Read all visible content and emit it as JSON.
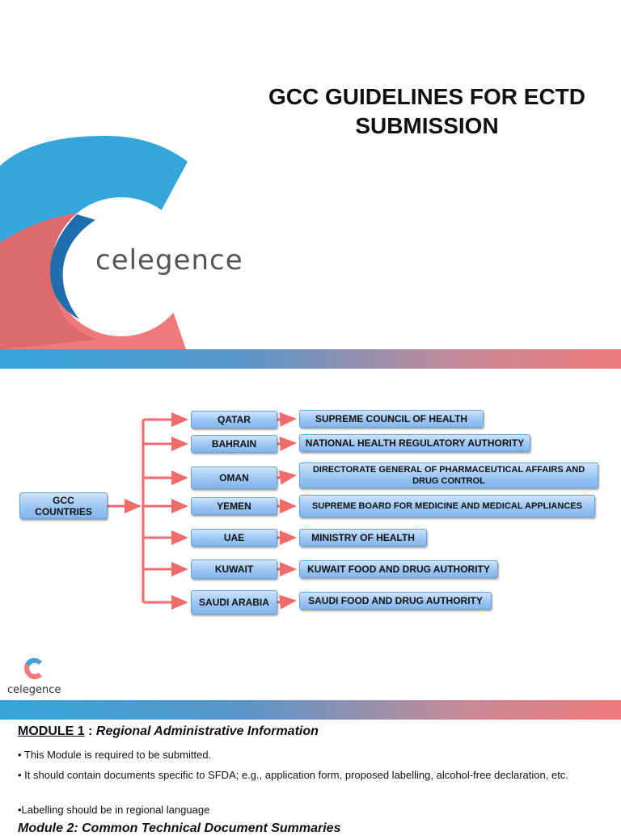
{
  "slide1": {
    "title_line1": "GCC GUIDELINES FOR ECTD",
    "title_line2": "SUBMISSION",
    "logo_text": "celegence",
    "colors": {
      "blue": "#35a6dc",
      "dark_blue": "#1f6fb0",
      "coral": "#ee7a7b"
    }
  },
  "slide2": {
    "root": {
      "line1": "GCC",
      "line2": "COUNTRIES"
    },
    "rows": [
      {
        "country": "QATAR",
        "authority": "SUPREME COUNCIL OF HEALTH"
      },
      {
        "country": "BAHRAIN",
        "authority": "NATIONAL HEALTH REGULATORY AUTHORITY"
      },
      {
        "country": "OMAN",
        "authority": "DIRECTORATE GENERAL OF PHARMACEUTICAL AFFAIRS AND DRUG CONTROL"
      },
      {
        "country": "YEMEN",
        "authority": "SUPREME BOARD FOR MEDICINE AND MEDICAL APPLIANCES"
      },
      {
        "country": "UAE",
        "authority": "MINISTRY OF HEALTH"
      },
      {
        "country": "KUWAIT",
        "authority": "KUWAIT FOOD AND DRUG AUTHORITY"
      },
      {
        "country": "SAUDI ARABIA",
        "authority": "SAUDI FOOD AND DRUG AUTHORITY"
      }
    ],
    "logo_text": "celegence",
    "arrow_color": "#f06b6b"
  },
  "slide3": {
    "module_label": "MODULE 1",
    "separator": " : ",
    "module_title": "Regional Administrative Information",
    "bullets": [
      "• This Module is required to be submitted.",
      "• It should contain documents specific to SFDA; e.g., application form, proposed labelling, alcohol-free declaration, etc.",
      "•Labelling should be in regional language"
    ],
    "cut_off_heading": "Module 2: Common Technical Document Summaries"
  }
}
